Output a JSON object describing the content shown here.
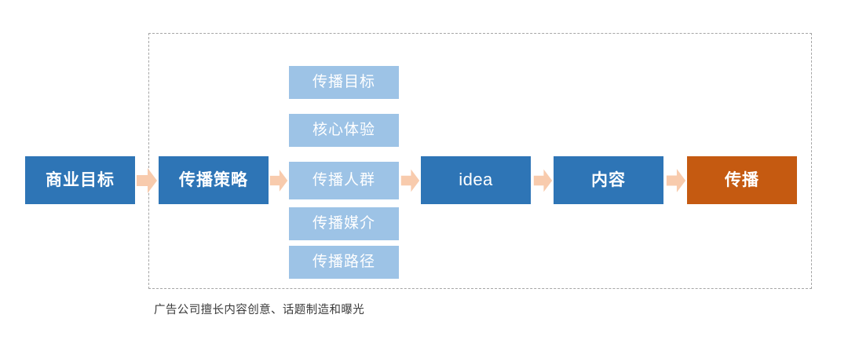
{
  "diagram": {
    "title_caption": "广告公司擅长内容创意、话题制造和曝光",
    "colors": {
      "primary_box": "#2E75B6",
      "sub_box": "#9DC3E6",
      "accent_box": "#C55A11",
      "arrow": "#F8CBAD",
      "dashed_border": "#A6A6A6",
      "caption_text": "#3B3B3B",
      "box_text": "#FFFFFF"
    },
    "main_flow": [
      {
        "label": "商业目标",
        "style": "primary"
      },
      {
        "label": "传播策略",
        "style": "primary"
      },
      {
        "label": "传播人群",
        "style": "sub"
      },
      {
        "label": "idea",
        "style": "primary"
      },
      {
        "label": "内容",
        "style": "primary"
      },
      {
        "label": "传播",
        "style": "accent"
      }
    ],
    "strategy_items": [
      {
        "label": "传播目标"
      },
      {
        "label": "核心体验"
      },
      {
        "label": "传播人群"
      },
      {
        "label": "传播媒介"
      },
      {
        "label": "传播路径"
      }
    ],
    "arrows": [
      {
        "name": "arrow-1"
      },
      {
        "name": "arrow-2"
      },
      {
        "name": "arrow-3"
      },
      {
        "name": "arrow-4"
      },
      {
        "name": "arrow-5"
      }
    ]
  }
}
